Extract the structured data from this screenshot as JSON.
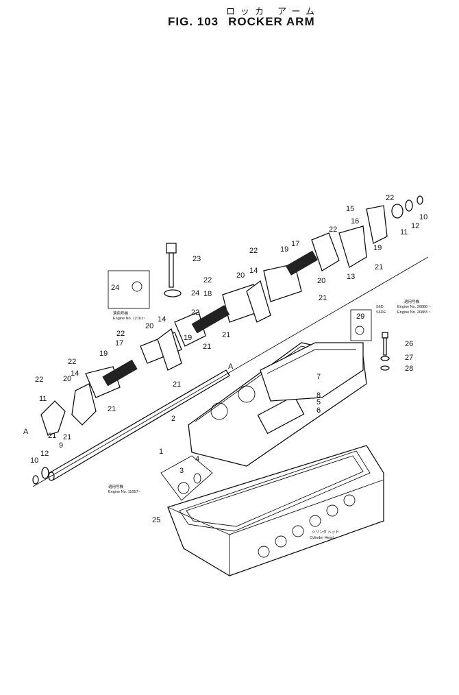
{
  "header": {
    "title_jp": "ロッカ アーム",
    "fig_label": "FIG. 103",
    "title": "ROCKER ARM"
  },
  "callouts": [
    {
      "key": "c1",
      "label": "1"
    },
    {
      "key": "c2",
      "label": "2"
    },
    {
      "key": "c3",
      "label": "3"
    },
    {
      "key": "c4",
      "label": "4"
    },
    {
      "key": "c5",
      "label": "5"
    },
    {
      "key": "c6",
      "label": "6"
    },
    {
      "key": "c7",
      "label": "7"
    },
    {
      "key": "c8",
      "label": "8"
    },
    {
      "key": "c9",
      "label": "9"
    },
    {
      "key": "c10a",
      "label": "10"
    },
    {
      "key": "c10b",
      "label": "10"
    },
    {
      "key": "c11a",
      "label": "11"
    },
    {
      "key": "c11b",
      "label": "11"
    },
    {
      "key": "c12a",
      "label": "12"
    },
    {
      "key": "c12b",
      "label": "12"
    },
    {
      "key": "c13",
      "label": "13"
    },
    {
      "key": "c14a",
      "label": "14"
    },
    {
      "key": "c14b",
      "label": "14"
    },
    {
      "key": "c14c",
      "label": "14"
    },
    {
      "key": "c15",
      "label": "15"
    },
    {
      "key": "c16",
      "label": "16"
    },
    {
      "key": "c17a",
      "label": "17"
    },
    {
      "key": "c17b",
      "label": "17"
    },
    {
      "key": "c18",
      "label": "18"
    },
    {
      "key": "c19a",
      "label": "19"
    },
    {
      "key": "c19b",
      "label": "19"
    },
    {
      "key": "c19c",
      "label": "19"
    },
    {
      "key": "c19d",
      "label": "19"
    },
    {
      "key": "c20a",
      "label": "20"
    },
    {
      "key": "c20b",
      "label": "20"
    },
    {
      "key": "c20c",
      "label": "20"
    },
    {
      "key": "c20d",
      "label": "20"
    },
    {
      "key": "c21a",
      "label": "21"
    },
    {
      "key": "c21b",
      "label": "21"
    },
    {
      "key": "c21c",
      "label": "21"
    },
    {
      "key": "c21d",
      "label": "21"
    },
    {
      "key": "c21e",
      "label": "21"
    },
    {
      "key": "c21f",
      "label": "21"
    },
    {
      "key": "c21g",
      "label": "21"
    },
    {
      "key": "c21h",
      "label": "21"
    },
    {
      "key": "c22a",
      "label": "22"
    },
    {
      "key": "c22b",
      "label": "22"
    },
    {
      "key": "c22c",
      "label": "22"
    },
    {
      "key": "c22d",
      "label": "22"
    },
    {
      "key": "c22e",
      "label": "22"
    },
    {
      "key": "c22f",
      "label": "22"
    },
    {
      "key": "c22g",
      "label": "22"
    },
    {
      "key": "c23",
      "label": "23"
    },
    {
      "key": "c24a",
      "label": "24"
    },
    {
      "key": "c24b",
      "label": "24"
    },
    {
      "key": "c25",
      "label": "25"
    },
    {
      "key": "c26",
      "label": "26"
    },
    {
      "key": "c27",
      "label": "27"
    },
    {
      "key": "c28",
      "label": "28"
    },
    {
      "key": "c29",
      "label": "29"
    },
    {
      "key": "cA1",
      "label": "A"
    },
    {
      "key": "cA2",
      "label": "A"
    }
  ],
  "notes": {
    "engine_12161": {
      "jp": "適用号機",
      "en": "Engine No. 12161~"
    },
    "engine_11057": {
      "jp": "適用号機",
      "en": "Engine No. 11057~"
    },
    "model_s6d": {
      "model1": "S6D",
      "model2": "S6DE",
      "jp": "適用号機",
      "engine1": "Engine No. 20880 ~",
      "engine2": "Engine No. 20883 ~"
    },
    "cylinder_head": {
      "jp": "シリンダ ヘッド",
      "en": "Cylinder Head"
    }
  }
}
